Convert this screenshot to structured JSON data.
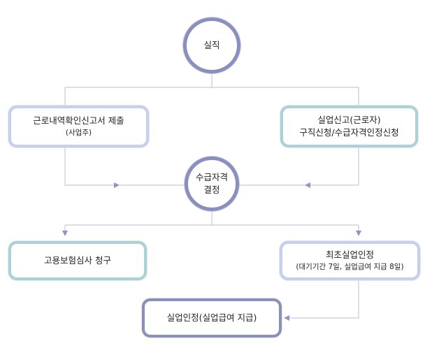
{
  "nodes": {
    "job_loss": {
      "label": "실직"
    },
    "employer_report": {
      "label": "근로내역확인신고서 제출",
      "sub": "(사업주)"
    },
    "unemployment_report": {
      "line1": "실업신고(근로자)",
      "line2": "구직신청/수급자격인정신청"
    },
    "eligibility": {
      "line1": "수급자격",
      "line2": "결정"
    },
    "appeal": {
      "label": "고용보험심사 청구"
    },
    "first_recognition": {
      "label": "최초실업인정",
      "sub": "(대기기간 7일, 실업급여 지급 8일)"
    },
    "recognition": {
      "label": "실업인정(실업급여 지급)"
    }
  },
  "colors": {
    "circle_border": "#8a8fbe",
    "lavender_border": "#c6cff0",
    "teal_border": "#a9d3d8",
    "connector": "#9ea3c9"
  }
}
